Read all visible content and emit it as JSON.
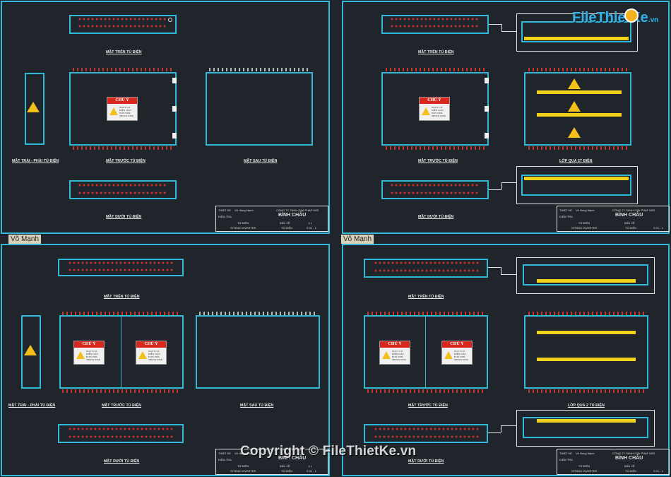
{
  "colors": {
    "background": "#20242b",
    "frame": "#2fb9d6",
    "dots": "#c9342f",
    "warning": "#f2c018",
    "label": "#e8e8e8"
  },
  "tabs": [
    "Võ Mạnh",
    "Võ Mạnh"
  ],
  "labels": {
    "top_view": "MẶT TRÊN TỦ ĐIỆN",
    "side_view": "MẶT TRÁI - PHẢI TỦ ĐIỆN",
    "front_view": "MẶT TRƯỚC TỦ ĐIỆN",
    "back_view": "MẶT SAU TỦ ĐIỆN",
    "bottom_view": "MẶT DƯỚI TỦ ĐIỆN",
    "inner_layer": "LỚP QUA 2T ĐIỆN",
    "inner_layer_2": "LỚP QUA 2 TỦ ĐIỆN"
  },
  "warning_sign": {
    "heading": "CHÚ Ý",
    "lines": [
      "NGUY CƠ",
      "ĐIỆN GIẬT",
      "ELECTRIC",
      "SHOCK RISK"
    ]
  },
  "title_block": {
    "designed": "THIẾT KẾ",
    "checked": "KIỂM TRA",
    "designer": "Võ Hùng Mạnh",
    "company": "CÔNG TY TNHH GIẢI PHÁP MỚI",
    "project": "BÌNH CHÂU",
    "item": "TỦ ĐIỆN",
    "item_sub": "STRING INVERTER",
    "drawing": "BẢN VẼ",
    "drawing_sub": "TỦ ĐIỆN",
    "scale": "1:1",
    "sheet": "S.01 - 1"
  },
  "logo": {
    "text": "FileThietKe",
    "suffix": ".vn"
  },
  "watermark": "Copyright © FileThietKe.vn"
}
